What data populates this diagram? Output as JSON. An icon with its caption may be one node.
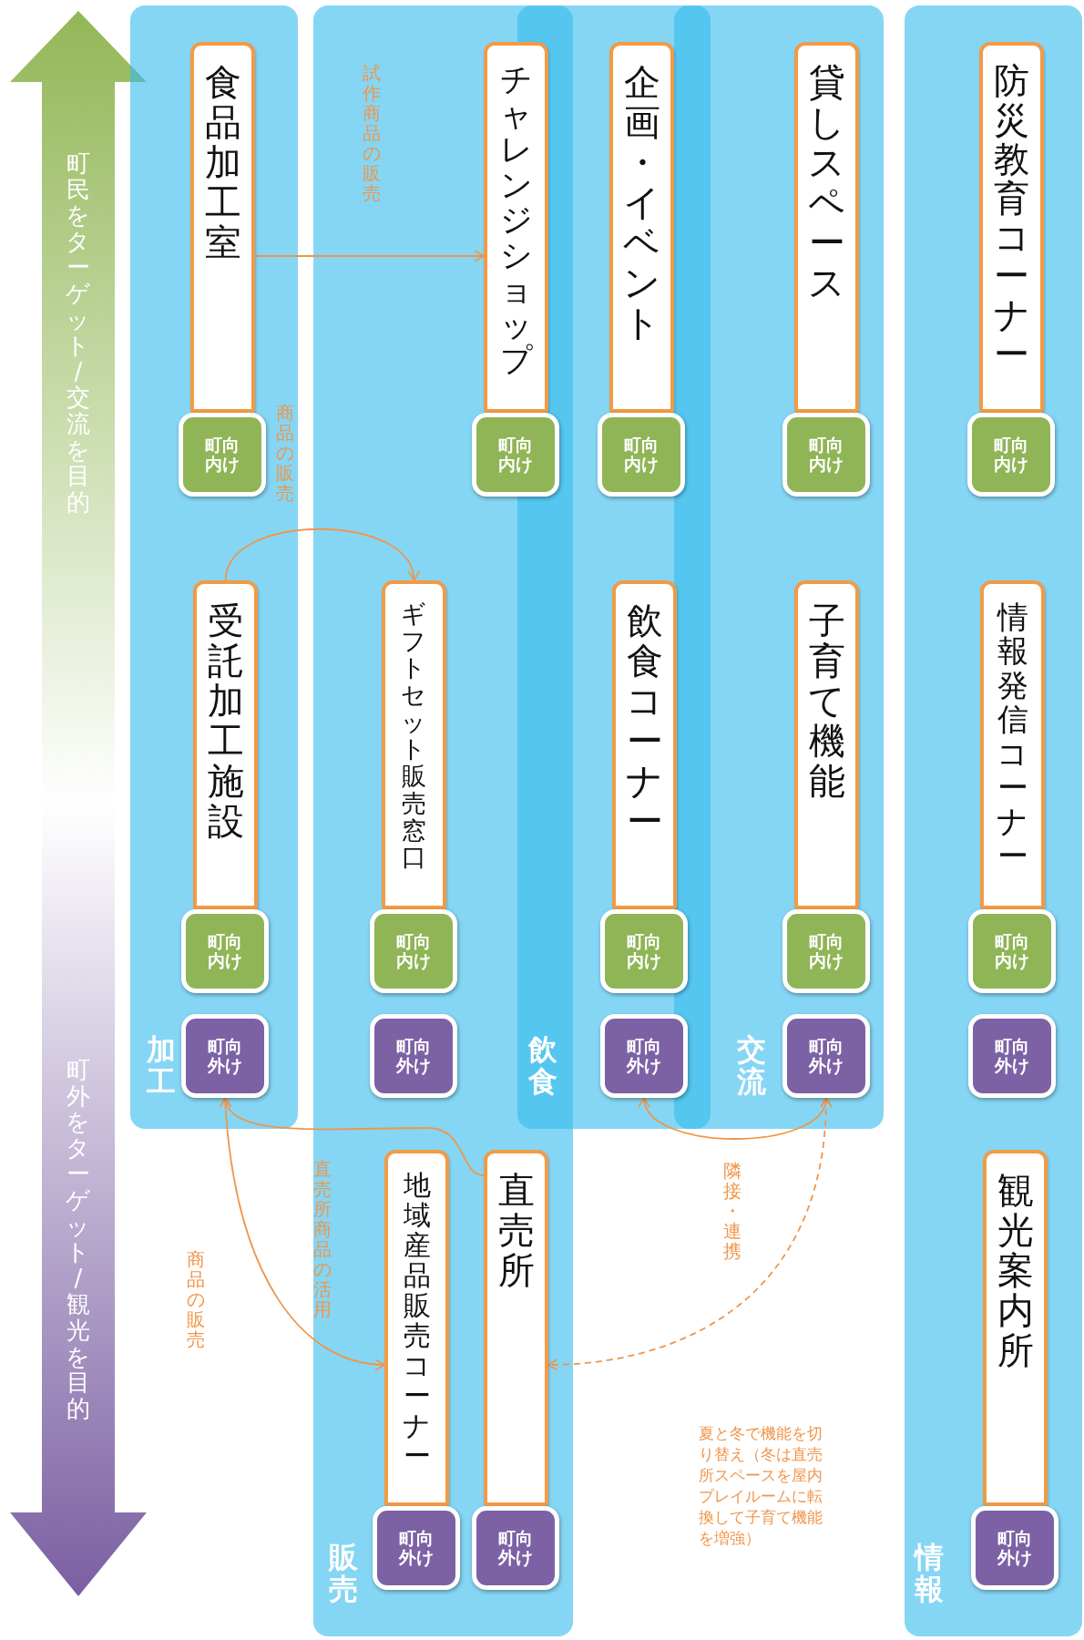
{
  "diagram": {
    "nodes": [
      {
        "text": [
          "加工"
        ]
      },
      {
        "text": [
          "食品加工室"
        ],
        "in": 0
      },
      {
        "text": [
          "町内向け"
        ],
        "in": 0
      },
      {
        "text": [
          "受託加工施設"
        ],
        "in": 0
      },
      {
        "text": [
          "町内向け"
        ],
        "in": 0
      },
      {
        "text": [
          "町外向け"
        ],
        "in": 0
      },
      {
        "text": [
          "販売"
        ]
      },
      {
        "text": [
          "チャレンジショップ"
        ],
        "in": 6
      },
      {
        "text": [
          "町内向け"
        ],
        "in": 6
      },
      {
        "text": [
          "ギフトセット販売窓口"
        ],
        "in": 6
      },
      {
        "text": [
          "町内向け"
        ],
        "in": 6
      },
      {
        "text": [
          "町外向け"
        ],
        "in": 6
      },
      {
        "text": [
          "地域産品販売コーナー"
        ],
        "in": 6
      },
      {
        "text": [
          "町外向け"
        ],
        "in": 6
      },
      {
        "text": [
          "直売所"
        ],
        "in": 6
      },
      {
        "text": [
          "町外向け"
        ],
        "in": 6
      },
      {
        "text": [
          "飲食"
        ]
      },
      {
        "text": [
          "企画・イベント"
        ],
        "in": 16
      },
      {
        "text": [
          "町内向け"
        ],
        "in": 16
      },
      {
        "text": [
          "飲食コーナー"
        ],
        "in": 16
      },
      {
        "text": [
          "町内向け"
        ],
        "in": 16
      },
      {
        "text": [
          "町外向け"
        ],
        "in": 16
      },
      {
        "text": [
          "交流"
        ]
      },
      {
        "text": [
          "貸しスペース"
        ],
        "in": 22
      },
      {
        "text": [
          "町内向け"
        ],
        "in": 22
      },
      {
        "text": [
          "子育て機能"
        ],
        "in": 22
      },
      {
        "text": [
          "町内向け"
        ],
        "in": 22
      },
      {
        "text": [
          "町外向け"
        ],
        "in": 22
      },
      {
        "text": [
          "情報"
        ]
      },
      {
        "text": [
          "防災教育コーナー"
        ],
        "in": 28
      },
      {
        "text": [
          "町内向け"
        ],
        "in": 28
      },
      {
        "text": [
          "情報発信コーナー"
        ],
        "in": 28
      },
      {
        "text": [
          "町内向け"
        ],
        "in": 28
      },
      {
        "text": [
          "町外向け"
        ],
        "in": 28
      },
      {
        "text": [
          "観光案内所"
        ],
        "in": 28
      },
      {
        "text": [
          "町外向け"
        ],
        "in": 28
      }
    ],
    "edges": [
      {
        "from": 1,
        "to": 7,
        "arrow": "to",
        "label": "試作商品の販売"
      },
      {
        "from": 3,
        "to": 9,
        "arrow": "to",
        "label": "商品の販売"
      },
      {
        "from": 5,
        "to": 12,
        "arrow": "both",
        "label": "商品の販売"
      },
      {
        "from": 14,
        "to": 5,
        "arrow": "to",
        "label": "直売所商品の活用"
      },
      {
        "from": 21,
        "to": 27,
        "arrow": "both",
        "label": "隣接・連携"
      },
      {
        "from": 27,
        "to": 14,
        "arrow": "both",
        "style": "dashed"
      }
    ],
    "labels": [
      "町民をターゲット/交流を目的",
      "町外をターゲット/観光を目的",
      "夏と冬で機能を切り替え（冬は直売所スペースを屋内プレイルームに転換して子育て機能を増強）"
    ]
  }
}
